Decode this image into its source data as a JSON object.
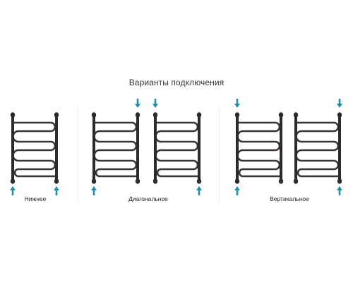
{
  "title": "Варианты подключения",
  "colors": {
    "rail": "#2f2a2a",
    "coil": "#3a3434",
    "arrow": "#1f8fa6",
    "text": "#333333"
  },
  "icons": {
    "arrow": "inlet-arrow-icon",
    "radiator": "towel-radiator-icon"
  },
  "variants": [
    {
      "label": "Нижнее",
      "radiators": [
        {
          "arrows": [
            "bottom-left",
            "bottom-right"
          ]
        }
      ]
    },
    {
      "label": "Диагональное",
      "radiators": [
        {
          "arrows": [
            "top-right",
            "bottom-left"
          ]
        },
        {
          "arrows": [
            "top-left",
            "bottom-right"
          ]
        }
      ]
    },
    {
      "label": "Вертикальное",
      "radiators": [
        {
          "arrows": [
            "top-left",
            "bottom-left"
          ]
        },
        {
          "arrows": [
            "top-right",
            "bottom-right"
          ]
        }
      ]
    }
  ]
}
